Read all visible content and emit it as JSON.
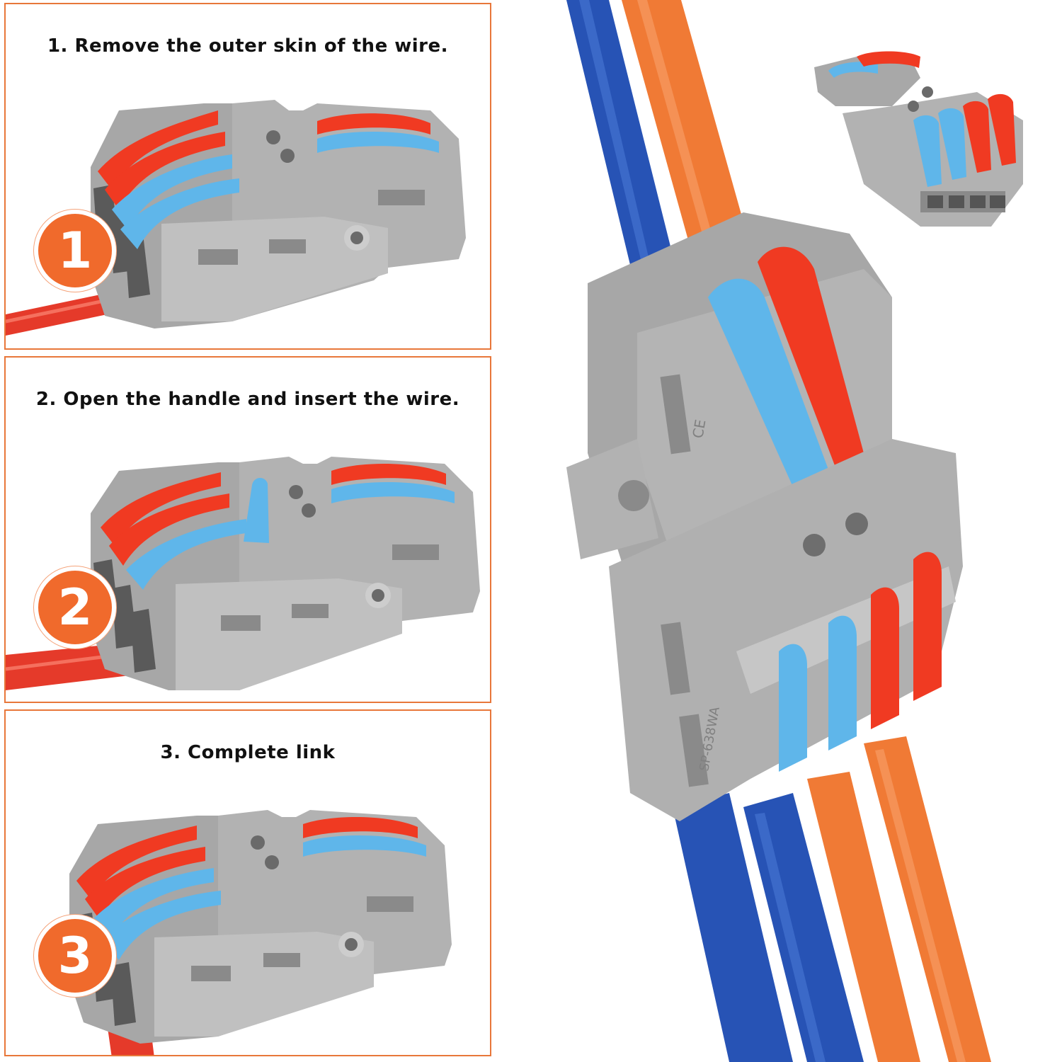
{
  "steps": [
    {
      "number": "1",
      "text": "1. Remove the outer skin of the wire."
    },
    {
      "number": "2",
      "text": "2. Open the handle and insert the wire."
    },
    {
      "number": "3",
      "text": "3. Complete link"
    }
  ],
  "product": {
    "marking_top": "CE",
    "marking_bottom": "SP-638WA"
  },
  "colors": {
    "accent": "#f06a2c",
    "housing": "#a8a8a8",
    "lever_red": "#f03a22",
    "lever_blue": "#5fb6ea",
    "wire_blue": "#2753b5",
    "wire_orange": "#f07a35",
    "wire_red": "#e53a2a"
  }
}
